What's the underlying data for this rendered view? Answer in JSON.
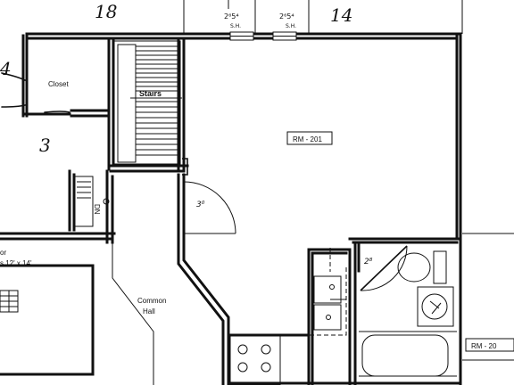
{
  "plan": {
    "dims_top": {
      "left": "2⁶5⁴",
      "left_sub": "S.H.",
      "right": "2⁶5⁴",
      "right_sub": "S.H."
    },
    "handwritten": {
      "n18": "18",
      "n14": "14",
      "n4": "4",
      "n3": "3"
    },
    "rooms": {
      "closet": "Closet",
      "stairs": "Stairs",
      "room_main": "RM - 201",
      "room_right": "RM - 20",
      "dn": "DN",
      "common": "Common",
      "hall": "Hall",
      "left_cut": "or",
      "left_size": "s 12' x 14'"
    },
    "doors": {
      "main": "3⁰",
      "bath": "2⁸"
    }
  }
}
